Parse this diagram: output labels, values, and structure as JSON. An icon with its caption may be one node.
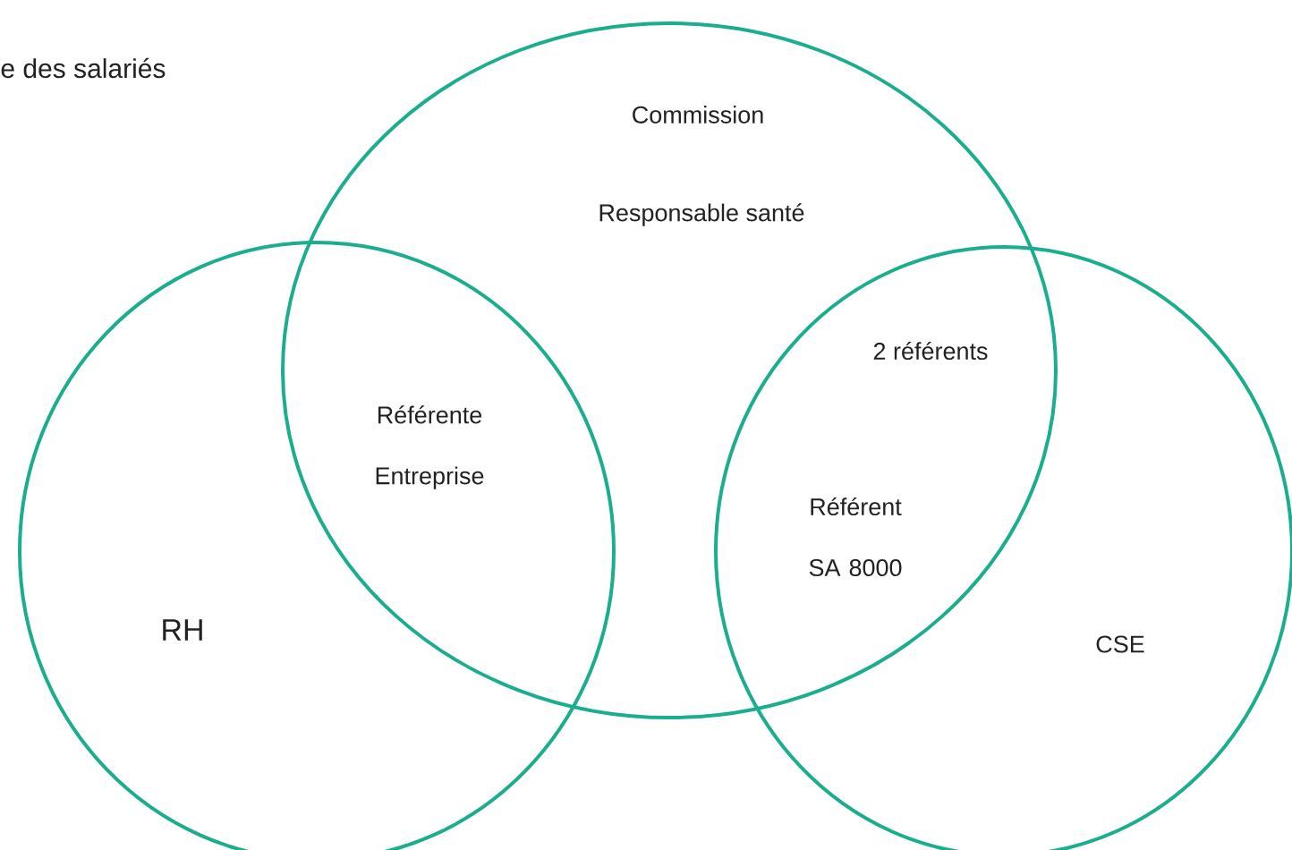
{
  "diagram": {
    "nodes": [
      {
        "text": [
          "RH"
        ]
      },
      {
        "text": [
          "Commission",
          "Responsable santé"
        ]
      },
      {
        "text": [
          "CSE"
        ]
      }
    ],
    "labels": [
      "e des salariés",
      "Référente Entreprise",
      "2 référents",
      "Référent SA 8000"
    ]
  }
}
